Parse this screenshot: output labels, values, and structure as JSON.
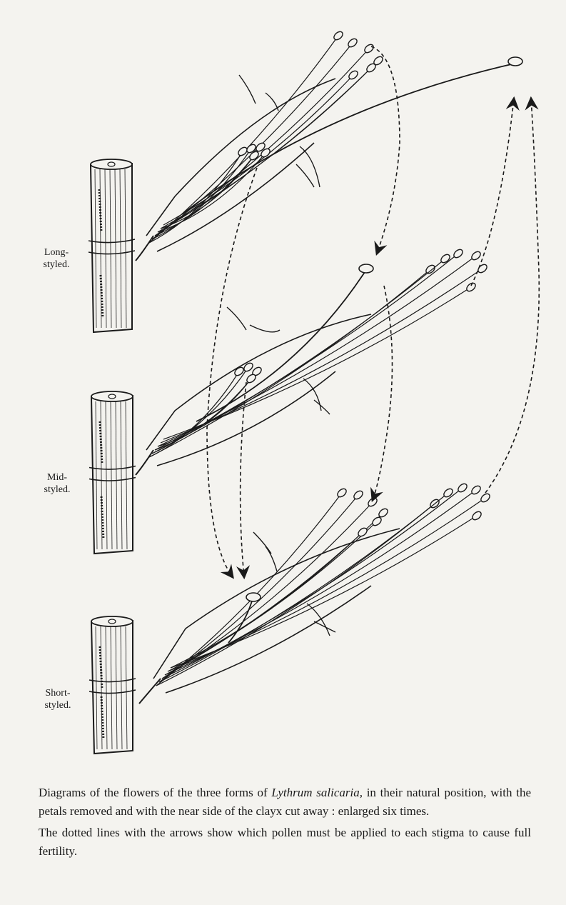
{
  "figure": {
    "forms": [
      {
        "id": "long",
        "label_line1": "Long-",
        "label_line2": "styled."
      },
      {
        "id": "mid",
        "label_line1": "Mid-",
        "label_line2": "styled."
      },
      {
        "id": "short",
        "label_line1": "Short-",
        "label_line2": "styled."
      }
    ]
  },
  "caption": {
    "p1_before": "Diagrams of the flowers of the three forms of ",
    "p1_species": "Lythrum salicaria,",
    "p1_after": " in their natural position, with the petals removed and with the near side of the clayx cut away :  enlarged six times.",
    "p2": "The dotted lines with the arrows show which pollen must be applied to each stigma to cause full fertility."
  },
  "colors": {
    "ink": "#1a1a1a",
    "paper": "#f4f3ef"
  }
}
